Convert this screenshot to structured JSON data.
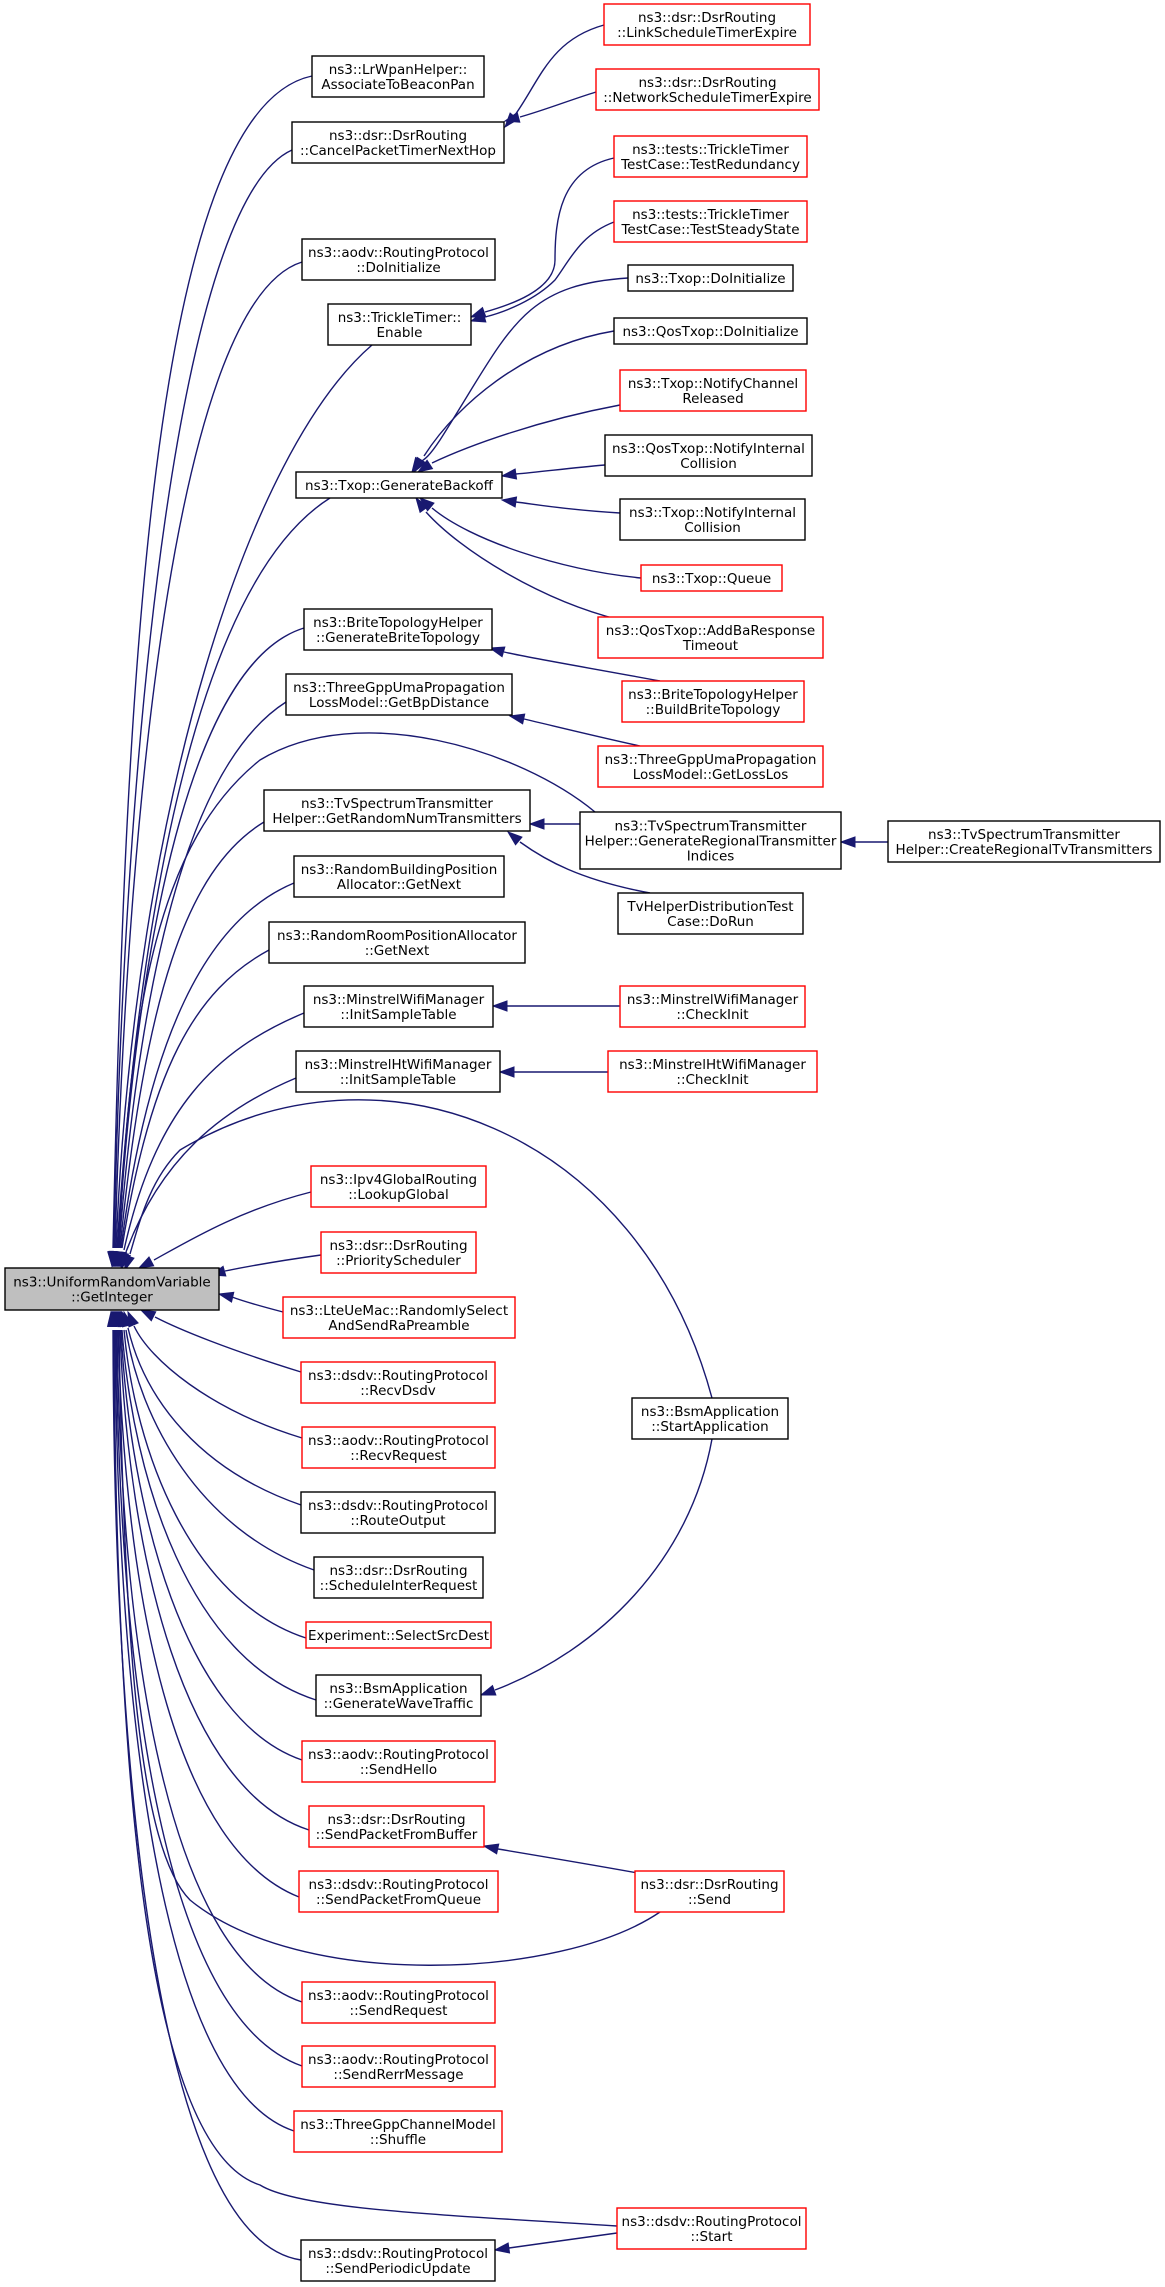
{
  "colors": {
    "edge": "#191970",
    "node_border": "#000000",
    "node_border_truncated": "#ff0000",
    "root_fill": "#bfbfbf",
    "node_fill": "#ffffff"
  },
  "nodes": [
    {
      "id": "root",
      "lines": [
        "ns3::UniformRandomVariable",
        "::GetInteger"
      ],
      "style": "root"
    },
    {
      "id": "lrwpan",
      "lines": [
        "ns3::LrWpanHelper::",
        "AssociateToBeaconPan"
      ],
      "style": "black"
    },
    {
      "id": "cancelpkt",
      "lines": [
        "ns3::dsr::DsrRouting",
        "::CancelPacketTimerNextHop"
      ],
      "style": "black"
    },
    {
      "id": "linksched",
      "lines": [
        "ns3::dsr::DsrRouting",
        "::LinkScheduleTimerExpire"
      ],
      "style": "red"
    },
    {
      "id": "netsched",
      "lines": [
        "ns3::dsr::DsrRouting",
        "::NetworkScheduleTimerExpire"
      ],
      "style": "red"
    },
    {
      "id": "aodvinit",
      "lines": [
        "ns3::aodv::RoutingProtocol",
        "::DoInitialize"
      ],
      "style": "black"
    },
    {
      "id": "trickle",
      "lines": [
        "ns3::TrickleTimer::",
        "Enable"
      ],
      "style": "black"
    },
    {
      "id": "trickleredund",
      "lines": [
        "ns3::tests::TrickleTimer",
        "TestCase::TestRedundancy"
      ],
      "style": "red"
    },
    {
      "id": "tricklesteady",
      "lines": [
        "ns3::tests::TrickleTimer",
        "TestCase::TestSteadyState"
      ],
      "style": "red"
    },
    {
      "id": "genbackoff",
      "lines": [
        "ns3::Txop::GenerateBackoff"
      ],
      "style": "black"
    },
    {
      "id": "txopinit",
      "lines": [
        "ns3::Txop::DoInitialize"
      ],
      "style": "black"
    },
    {
      "id": "qostxopinit",
      "lines": [
        "ns3::QosTxop::DoInitialize"
      ],
      "style": "black"
    },
    {
      "id": "notifychan",
      "lines": [
        "ns3::Txop::NotifyChannel",
        "Released"
      ],
      "style": "red"
    },
    {
      "id": "qosnotifycoll",
      "lines": [
        "ns3::QosTxop::NotifyInternal",
        "Collision"
      ],
      "style": "black"
    },
    {
      "id": "notifycoll",
      "lines": [
        "ns3::Txop::NotifyInternal",
        "Collision"
      ],
      "style": "black"
    },
    {
      "id": "txopqueue",
      "lines": [
        "ns3::Txop::Queue"
      ],
      "style": "red"
    },
    {
      "id": "addba",
      "lines": [
        "ns3::QosTxop::AddBaResponse",
        "Timeout"
      ],
      "style": "red"
    },
    {
      "id": "britegen",
      "lines": [
        "ns3::BriteTopologyHelper",
        "::GenerateBriteTopology"
      ],
      "style": "black"
    },
    {
      "id": "britebuild",
      "lines": [
        "ns3::BriteTopologyHelper",
        "::BuildBriteTopology"
      ],
      "style": "red"
    },
    {
      "id": "bpdist",
      "lines": [
        "ns3::ThreeGppUmaPropagation",
        "LossModel::GetBpDistance"
      ],
      "style": "black"
    },
    {
      "id": "losslos",
      "lines": [
        "ns3::ThreeGppUmaPropagation",
        "LossModel::GetLossLos"
      ],
      "style": "red"
    },
    {
      "id": "tvrandom",
      "lines": [
        "ns3::TvSpectrumTransmitter",
        "Helper::GetRandomNumTransmitters"
      ],
      "style": "black"
    },
    {
      "id": "tvregional",
      "lines": [
        "ns3::TvSpectrumTransmitter",
        "Helper::GenerateRegionalTransmitter",
        "Indices"
      ],
      "style": "black"
    },
    {
      "id": "tvcreate",
      "lines": [
        "ns3::TvSpectrumTransmitter",
        "Helper::CreateRegionalTvTransmitters"
      ],
      "style": "black"
    },
    {
      "id": "tvdorun",
      "lines": [
        "TvHelperDistributionTest",
        "Case::DoRun"
      ],
      "style": "black"
    },
    {
      "id": "randbuild",
      "lines": [
        "ns3::RandomBuildingPosition",
        "Allocator::GetNext"
      ],
      "style": "black"
    },
    {
      "id": "randroom",
      "lines": [
        "ns3::RandomRoomPositionAllocator",
        "::GetNext"
      ],
      "style": "black"
    },
    {
      "id": "minstrelinit",
      "lines": [
        "ns3::MinstrelWifiManager",
        "::InitSampleTable"
      ],
      "style": "black"
    },
    {
      "id": "minstrelcheck",
      "lines": [
        "ns3::MinstrelWifiManager",
        "::CheckInit"
      ],
      "style": "red"
    },
    {
      "id": "minhtinit",
      "lines": [
        "ns3::MinstrelHtWifiManager",
        "::InitSampleTable"
      ],
      "style": "black"
    },
    {
      "id": "minhtcheck",
      "lines": [
        "ns3::MinstrelHtWifiManager",
        "::CheckInit"
      ],
      "style": "red"
    },
    {
      "id": "ipv4lookup",
      "lines": [
        "ns3::Ipv4GlobalRouting",
        "::LookupGlobal"
      ],
      "style": "red"
    },
    {
      "id": "dsrprio",
      "lines": [
        "ns3::dsr::DsrRouting",
        "::PriorityScheduler"
      ],
      "style": "red"
    },
    {
      "id": "lteue",
      "lines": [
        "ns3::LteUeMac::RandomlySelect",
        "AndSendRaPreamble"
      ],
      "style": "red"
    },
    {
      "id": "dsdvrecv",
      "lines": [
        "ns3::dsdv::RoutingProtocol",
        "::RecvDsdv"
      ],
      "style": "red"
    },
    {
      "id": "aodvrecv",
      "lines": [
        "ns3::aodv::RoutingProtocol",
        "::RecvRequest"
      ],
      "style": "red"
    },
    {
      "id": "dsdvroute",
      "lines": [
        "ns3::dsdv::RoutingProtocol",
        "::RouteOutput"
      ],
      "style": "black"
    },
    {
      "id": "dsrschedinter",
      "lines": [
        "ns3::dsr::DsrRouting",
        "::ScheduleInterRequest"
      ],
      "style": "black"
    },
    {
      "id": "selectsrc",
      "lines": [
        "Experiment::SelectSrcDest"
      ],
      "style": "red"
    },
    {
      "id": "bsmgen",
      "lines": [
        "ns3::BsmApplication",
        "::GenerateWaveTraffic"
      ],
      "style": "black"
    },
    {
      "id": "bsmstart",
      "lines": [
        "ns3::BsmApplication",
        "::StartApplication"
      ],
      "style": "black"
    },
    {
      "id": "aodvhello",
      "lines": [
        "ns3::aodv::RoutingProtocol",
        "::SendHello"
      ],
      "style": "red"
    },
    {
      "id": "dsrsendbuf",
      "lines": [
        "ns3::dsr::DsrRouting",
        "::SendPacketFromBuffer"
      ],
      "style": "red"
    },
    {
      "id": "dsrsend",
      "lines": [
        "ns3::dsr::DsrRouting",
        "::Send"
      ],
      "style": "red"
    },
    {
      "id": "dsdvsendq",
      "lines": [
        "ns3::dsdv::RoutingProtocol",
        "::SendPacketFromQueue"
      ],
      "style": "red"
    },
    {
      "id": "aodvsendreq",
      "lines": [
        "ns3::aodv::RoutingProtocol",
        "::SendRequest"
      ],
      "style": "red"
    },
    {
      "id": "aodvsendrerr",
      "lines": [
        "ns3::aodv::RoutingProtocol",
        "::SendRerrMessage"
      ],
      "style": "red"
    },
    {
      "id": "shuffle",
      "lines": [
        "ns3::ThreeGppChannelModel",
        "::Shuffle"
      ],
      "style": "red"
    },
    {
      "id": "dsdvstart",
      "lines": [
        "ns3::dsdv::RoutingProtocol",
        "::Start"
      ],
      "style": "red"
    },
    {
      "id": "dsdvperiodic",
      "lines": [
        "ns3::dsdv::RoutingProtocol",
        "::SendPeriodicUpdate"
      ],
      "style": "black"
    }
  ],
  "edges": [
    {
      "from": "lrwpan",
      "to": "root"
    },
    {
      "from": "cancelpkt",
      "to": "root"
    },
    {
      "from": "linksched",
      "to": "cancelpkt"
    },
    {
      "from": "netsched",
      "to": "cancelpkt"
    },
    {
      "from": "aodvinit",
      "to": "root"
    },
    {
      "from": "trickle",
      "to": "root"
    },
    {
      "from": "trickleredund",
      "to": "trickle"
    },
    {
      "from": "tricklesteady",
      "to": "trickle"
    },
    {
      "from": "genbackoff",
      "to": "root"
    },
    {
      "from": "txopinit",
      "to": "genbackoff"
    },
    {
      "from": "qostxopinit",
      "to": "genbackoff"
    },
    {
      "from": "notifychan",
      "to": "genbackoff"
    },
    {
      "from": "qosnotifycoll",
      "to": "genbackoff"
    },
    {
      "from": "notifycoll",
      "to": "genbackoff"
    },
    {
      "from": "txopqueue",
      "to": "genbackoff"
    },
    {
      "from": "addba",
      "to": "genbackoff"
    },
    {
      "from": "britegen",
      "to": "root"
    },
    {
      "from": "britebuild",
      "to": "britegen"
    },
    {
      "from": "bpdist",
      "to": "root"
    },
    {
      "from": "losslos",
      "to": "bpdist"
    },
    {
      "from": "tvregional",
      "to": "root"
    },
    {
      "from": "tvrandom",
      "to": "root"
    },
    {
      "from": "tvregional",
      "to": "tvrandom"
    },
    {
      "from": "tvdorun",
      "to": "tvrandom"
    },
    {
      "from": "tvcreate",
      "to": "tvregional"
    },
    {
      "from": "randbuild",
      "to": "root"
    },
    {
      "from": "randroom",
      "to": "root"
    },
    {
      "from": "minstrelinit",
      "to": "root"
    },
    {
      "from": "minstrelcheck",
      "to": "minstrelinit"
    },
    {
      "from": "minhtinit",
      "to": "root"
    },
    {
      "from": "minhtcheck",
      "to": "minhtinit"
    },
    {
      "from": "bsmstart",
      "to": "root"
    },
    {
      "from": "ipv4lookup",
      "to": "root"
    },
    {
      "from": "dsrprio",
      "to": "root"
    },
    {
      "from": "lteue",
      "to": "root"
    },
    {
      "from": "dsdvrecv",
      "to": "root"
    },
    {
      "from": "aodvrecv",
      "to": "root"
    },
    {
      "from": "dsdvroute",
      "to": "root"
    },
    {
      "from": "dsrschedinter",
      "to": "root"
    },
    {
      "from": "selectsrc",
      "to": "root"
    },
    {
      "from": "bsmgen",
      "to": "root"
    },
    {
      "from": "bsmstart",
      "to": "bsmgen"
    },
    {
      "from": "aodvhello",
      "to": "root"
    },
    {
      "from": "dsrsendbuf",
      "to": "root"
    },
    {
      "from": "dsrsend",
      "to": "dsrsendbuf"
    },
    {
      "from": "dsrsend",
      "to": "root"
    },
    {
      "from": "dsdvsendq",
      "to": "root"
    },
    {
      "from": "aodvsendreq",
      "to": "root"
    },
    {
      "from": "aodvsendrerr",
      "to": "root"
    },
    {
      "from": "shuffle",
      "to": "root"
    },
    {
      "from": "dsdvstart",
      "to": "root"
    },
    {
      "from": "dsdvperiodic",
      "to": "root"
    },
    {
      "from": "dsdvstart",
      "to": "dsdvperiodic"
    }
  ]
}
